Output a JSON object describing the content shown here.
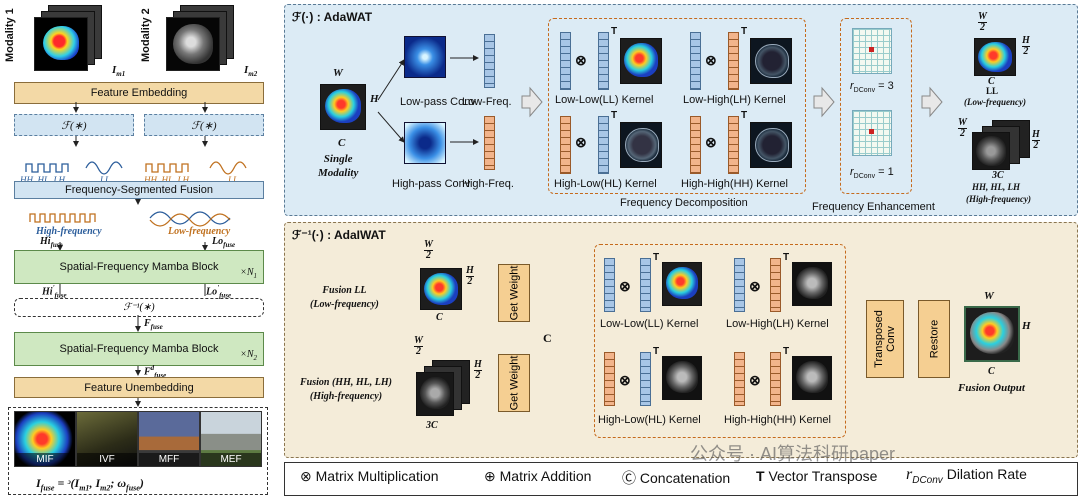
{
  "left": {
    "modality1": "Modality 1",
    "modality2": "Modality 2",
    "im1": "I",
    "im1_sub": "m1",
    "im2": "I",
    "im2_sub": "m2",
    "feature_embedding": "Feature Embedding",
    "fop1": "ℱ(∗)",
    "fop2": "ℱ(∗)",
    "wave_labels": [
      "HH, HL, LH",
      "LL",
      "HH, HL, LH",
      "LL"
    ],
    "freq_seg_fusion": "Frequency-Segmented Fusion",
    "high_freq": "High-frequency",
    "low_freq": "Low-frequency",
    "hi_fuse": "Hi",
    "hi_fuse_sub": "fuse",
    "lo_fuse": "Lo",
    "lo_fuse_sub": "fuse",
    "sfm1": "Spatial-Frequency Mamba Block",
    "n1": "×N",
    "n1_sub": "1",
    "hi_fuse_p": "Hi",
    "hi_fuse_p_sup": "'",
    "hi_fuse_p_sub": "fuse",
    "lo_fuse_p": "Lo",
    "lo_fuse_p_sup": "'",
    "lo_fuse_p_sub": "fuse",
    "finv": "ℱ⁻¹(∗)",
    "ffuse": "F",
    "ffuse_sub": "fuse",
    "sfm2": "Spatial-Frequency Mamba Block",
    "n2": "×N",
    "n2_sub": "2",
    "ffuse_d": "F",
    "ffuse_d_sup": "d",
    "ffuse_d_sub": "fuse",
    "feature_unembedding": "Feature Unembedding",
    "thumbs": [
      "MIF",
      "IVF",
      "MFF",
      "MEF"
    ],
    "formula": "I",
    "formula_sub": "fuse",
    "formula_rest": " = ᵓ(I",
    "formula_tail": "m1, I m2; ω fuse)"
  },
  "top": {
    "title": "ℱ(·) : AdaWAT",
    "w": "W",
    "h": "H",
    "c": "C",
    "single_modality": "Single\nModality",
    "low_pass": "Low-pass Conv",
    "high_pass": "High-pass Conv",
    "low_freq": "Low-Freq.",
    "high_freq": "High-Freq.",
    "kernels": [
      "Low-Low(LL) Kernel",
      "Low-High(LH) Kernel",
      "High-Low(HL) Kernel",
      "High-High(HH) Kernel"
    ],
    "t": "T",
    "freq_decomp": "Frequency Decomposition",
    "rdconv3": "r",
    "rdconv3_sub": "DConv",
    "rdconv3_val": "= 3",
    "rdconv1_val": "= 1",
    "freq_enh": "Frequency Enhancement",
    "w2": "W",
    "w2_den": "2",
    "h2": "H",
    "h2_den": "2",
    "ll": "LL",
    "ll_desc": "(Low-frequency)",
    "c_out": "C",
    "c3": "3C",
    "hh_desc1": "HH, HL, LH",
    "hh_desc2": "(High-frequency)"
  },
  "bottom": {
    "title": "ℱ⁻¹(·) : AdaIWAT",
    "fusion_ll": "Fusion LL",
    "fusion_ll_desc": "(Low-frequency)",
    "fusion_hh": "Fusion (HH, HL, LH)",
    "fusion_hh_desc": "(High-frequency)",
    "w2": "W",
    "w2_den": "2",
    "h2": "H",
    "h2_den": "2",
    "c": "C",
    "c3": "3C",
    "get_weight": "Get Weight",
    "concat": "C",
    "kernels": [
      "Low-Low(LL) Kernel",
      "Low-High(LH) Kernel",
      "High-Low(HL) Kernel",
      "High-High(HH) Kernel"
    ],
    "t": "T",
    "transposed_conv": "Transposed Conv",
    "restore": "Restore",
    "w": "W",
    "h": "H",
    "c_out": "C",
    "fusion_output": "Fusion Output"
  },
  "legend": {
    "matrix_mult": "Matrix Multiplication",
    "matrix_add": "Matrix Addition",
    "concatenation": "Concatenation",
    "t_symbol": "T",
    "vector_transpose": "Vector Transpose",
    "r_symbol": "r",
    "r_sub": "DConv",
    "dilation": "Dilation Rate"
  },
  "watermark": "公众号 · AI算法科研paper",
  "colors": {
    "panel_top": "#dcebf5",
    "panel_bottom": "#f4ecd9",
    "tan": "#f3d9a6",
    "blue": "#d2e4f2",
    "green": "#cfe8c1",
    "high_freq": "#2b5d9b",
    "low_freq": "#c0711f"
  }
}
